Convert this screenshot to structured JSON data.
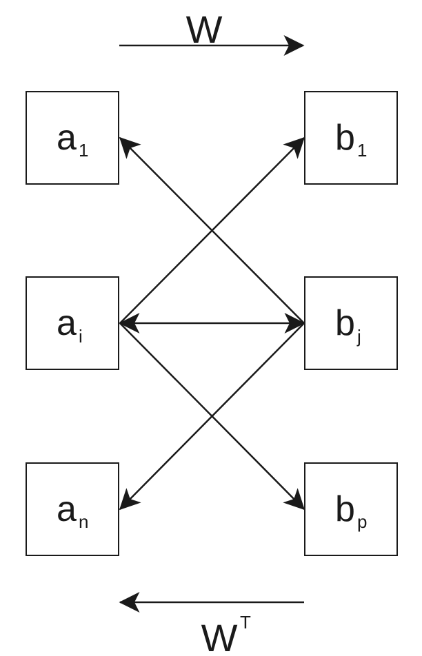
{
  "forward_matrix": {
    "label": "W"
  },
  "backward_matrix": {
    "label": "W",
    "superscript": "T"
  },
  "layer_a": [
    {
      "base": "a",
      "sub": "1"
    },
    {
      "base": "a",
      "sub": "i"
    },
    {
      "base": "a",
      "sub": "n"
    }
  ],
  "layer_b": [
    {
      "base": "b",
      "sub": "1"
    },
    {
      "base": "b",
      "sub": "j"
    },
    {
      "base": "b",
      "sub": "p"
    }
  ],
  "colors": {
    "stroke": "#1a1a1a",
    "background": "#ffffff"
  }
}
